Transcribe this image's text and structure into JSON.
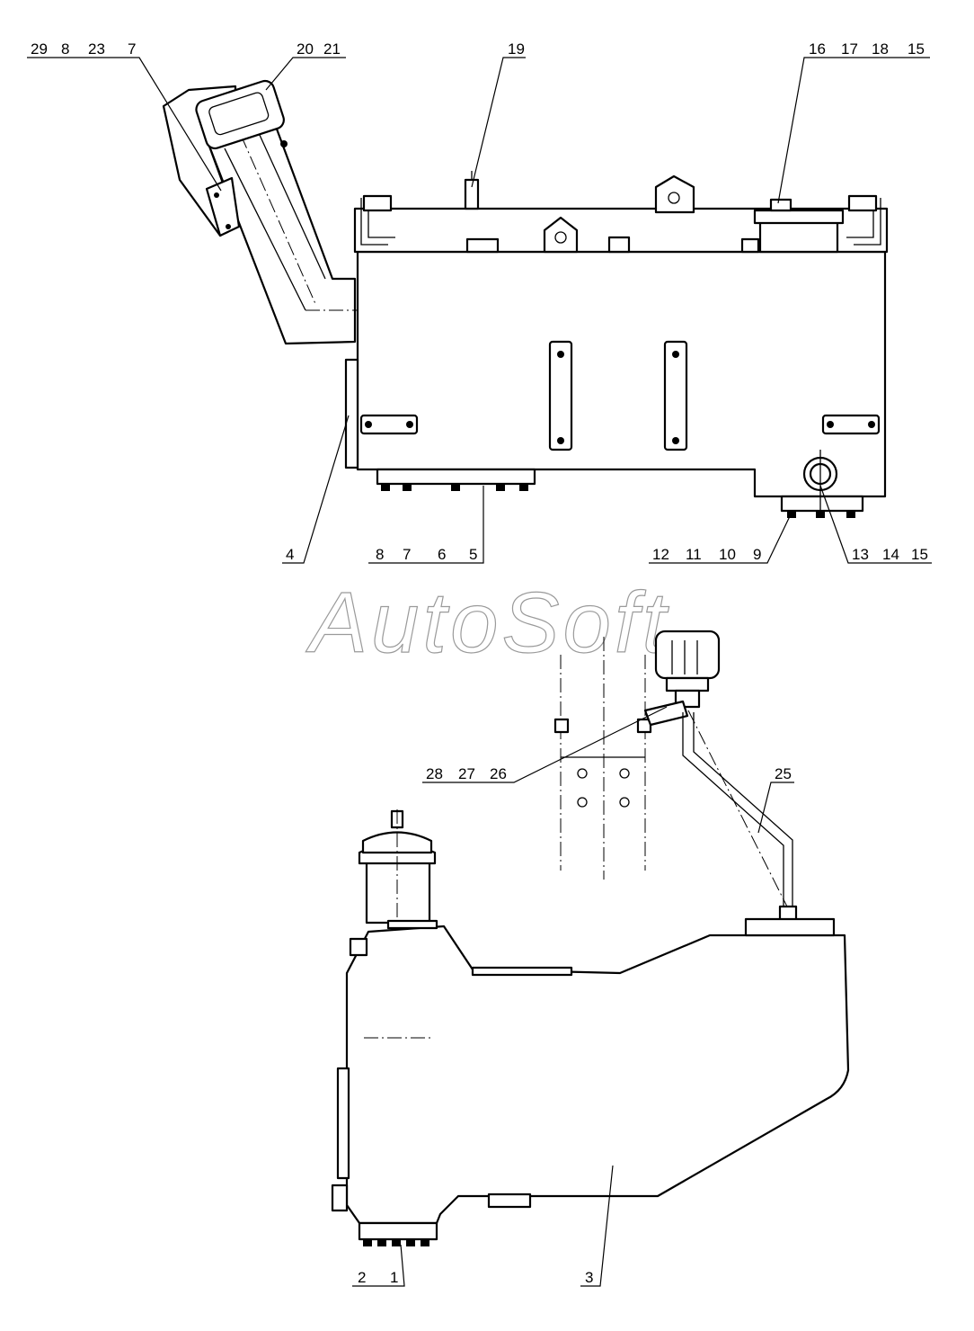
{
  "watermark": "AutoSoft",
  "callouts_top": {
    "a": [
      "29",
      "8",
      "23",
      "7"
    ],
    "b": [
      "20",
      "21"
    ],
    "c": [
      "19"
    ],
    "d": [
      "16",
      "17",
      "18",
      "15"
    ],
    "e": [
      "4"
    ],
    "f": [
      "8",
      "7",
      "6",
      "5"
    ],
    "g": [
      "12",
      "11",
      "10",
      "9"
    ],
    "h": [
      "13",
      "14",
      "15"
    ]
  },
  "callouts_bottom": {
    "a": [
      "28",
      "27",
      "26"
    ],
    "b": [
      "25"
    ],
    "c": [
      "2",
      "1"
    ],
    "d": [
      "3"
    ]
  },
  "colors": {
    "line": "#000000",
    "background": "#ffffff",
    "watermark": "#9a9a9a"
  }
}
